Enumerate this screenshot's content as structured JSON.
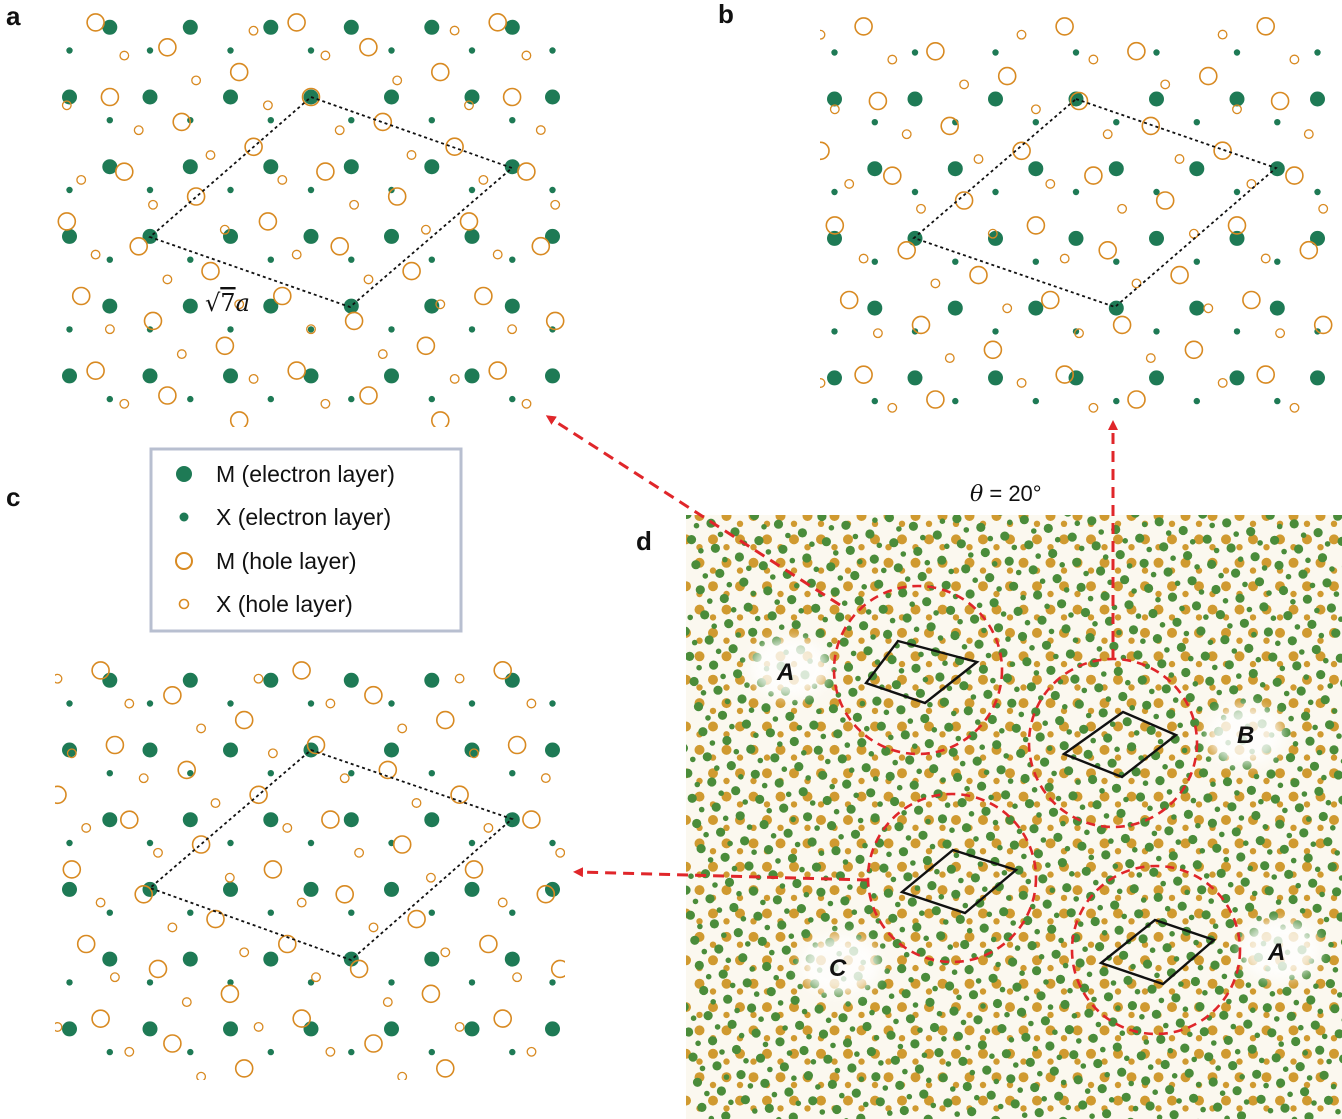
{
  "colors": {
    "electron": "#1e7a55",
    "hole": "#d88a22",
    "moire_electron": "#4a8c3a",
    "moire_hole": "#d09a30",
    "arrow": "#e0262a",
    "cell": "#111111",
    "legend_border": "#b8bfd0"
  },
  "panels": {
    "a": {
      "letter": "a",
      "lattice_label": "√7a",
      "sqrt_symbol": "√",
      "lattice_arg": "7",
      "lattice_var": "a"
    },
    "b": {
      "letter": "b"
    },
    "c": {
      "letter": "c"
    },
    "d": {
      "letter": "d",
      "angle_label": "θ = 20°",
      "angle_symbol": "θ",
      "angle_value": " = 20°"
    }
  },
  "legend": {
    "items": [
      {
        "label": "M (electron layer)",
        "icon": "filled-large-circle"
      },
      {
        "label": "X (electron layer)",
        "icon": "filled-small-circle"
      },
      {
        "label": "M (hole layer)",
        "icon": "hollow-large-circle"
      },
      {
        "label": "X (hole layer)",
        "icon": "hollow-small-circle"
      }
    ]
  },
  "regions": [
    {
      "label": "A"
    },
    {
      "label": "B"
    },
    {
      "label": "C"
    },
    {
      "label": "A"
    }
  ]
}
